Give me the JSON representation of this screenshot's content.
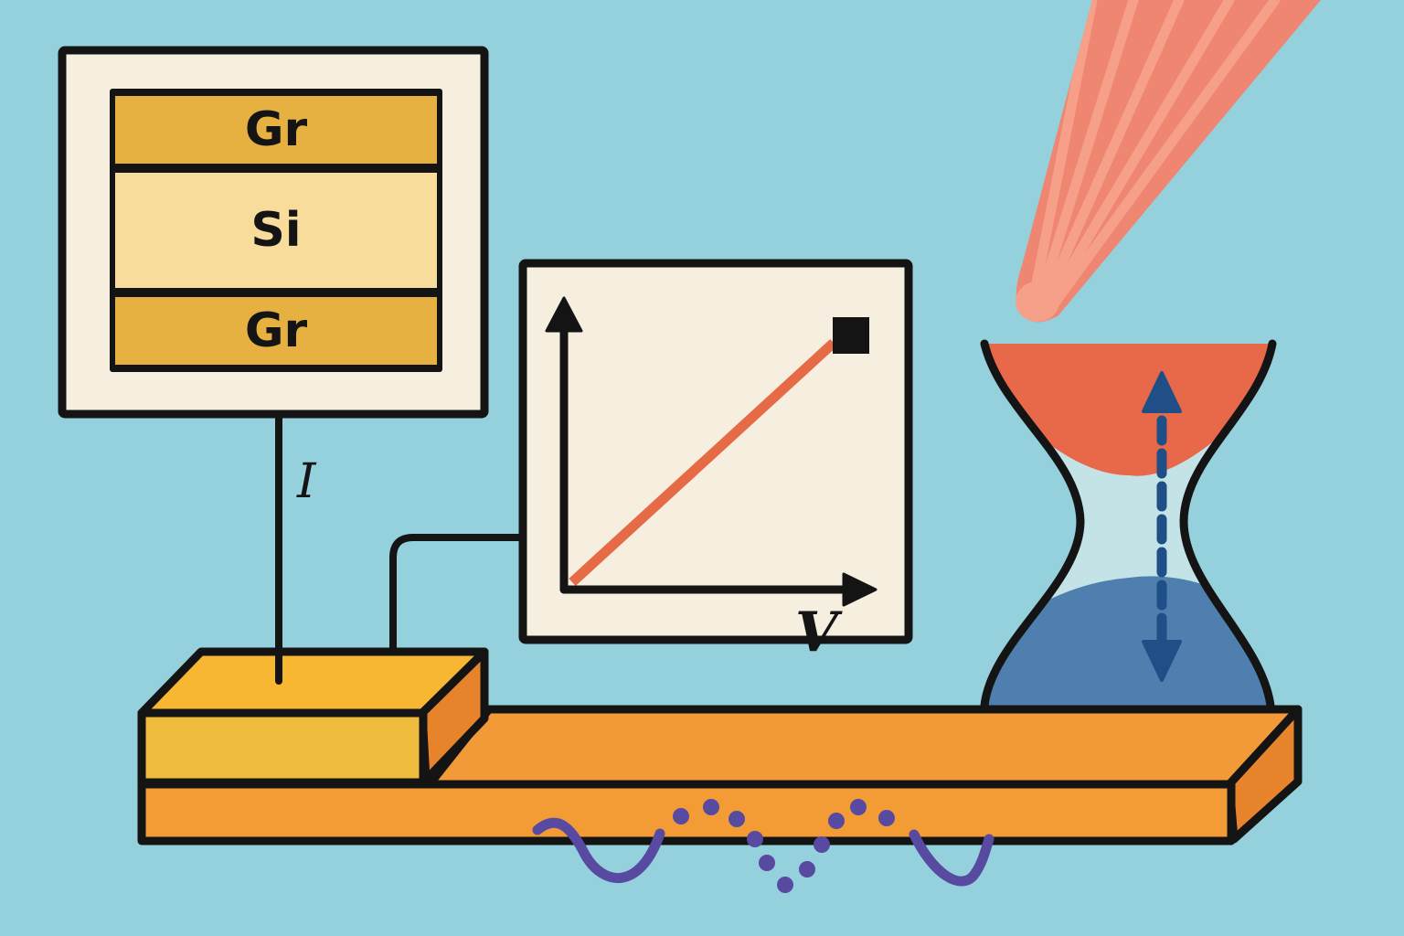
{
  "colors": {
    "background": "#94d1dc",
    "outline": "#141414",
    "panel_bg": "#f6efe0",
    "graphene": "#e6b141",
    "silicon": "#f7dc9c",
    "electrode_top": "#f7b733",
    "electrode_front": "#eebb3c",
    "electrode_side": "#e7832a",
    "substrate_top": "#f29a37",
    "substrate_front": "#f39c36",
    "substrate_side": "#e8852c",
    "iv_line": "#e66a45",
    "beam_dark": "#ef8672",
    "beam_light": "#f6a08a",
    "cavity_top": "#e8694a",
    "cavity_bottom": "#4e7fae",
    "cavity_neck": "#c4e3e6",
    "arrow_blue": "#1f4f86",
    "phonon_wave": "#574aa0"
  },
  "stack_panel": {
    "layers": [
      {
        "label": "Gr"
      },
      {
        "label": "Si"
      },
      {
        "label": "Gr"
      }
    ]
  },
  "current_label": "I",
  "iv_plot": {
    "x_axis_label": "V",
    "endpoint_marker": "square"
  },
  "chart_data": {
    "type": "line",
    "title": "",
    "xlabel": "V",
    "ylabel": "",
    "x": [
      0,
      1
    ],
    "series": [
      {
        "name": "I-V",
        "values": [
          0,
          1
        ]
      }
    ],
    "grid": false
  }
}
